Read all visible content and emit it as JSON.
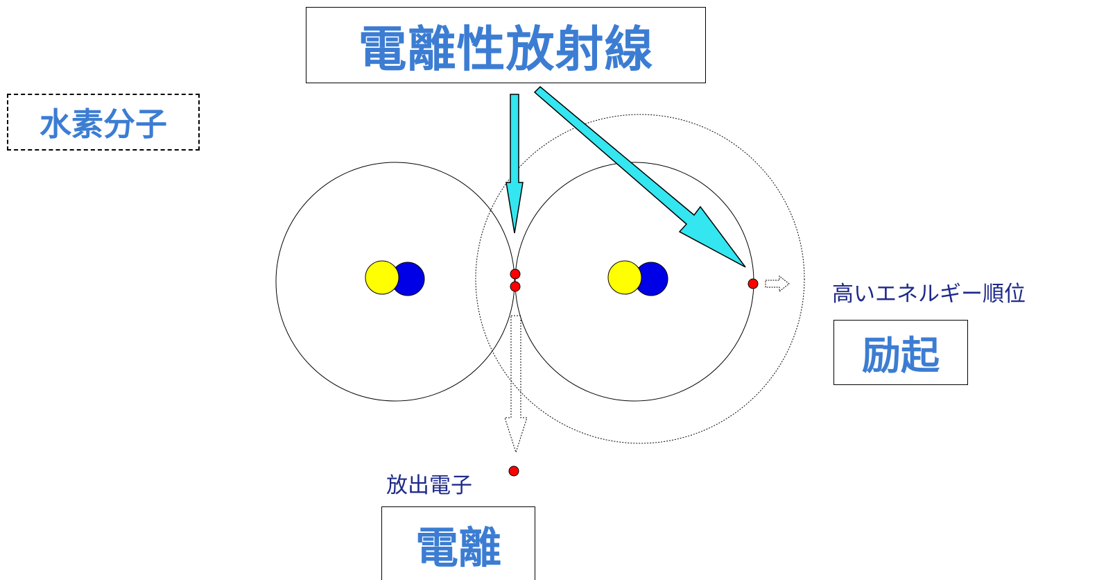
{
  "colors": {
    "heading_text": "#3C7DD3",
    "label_text": "#1F2A8A",
    "arrow_fill": "#33E6F0",
    "proton": "#FFFF00",
    "neutron": "#0000E6",
    "electron": "#FF0000",
    "outline": "#000000"
  },
  "title": "電離性放射線",
  "molecule_label": "水素分子",
  "emitted_electron_label": "放出電子",
  "high_energy_level_label": "高いエネルギー順位",
  "excitation_label": "励起",
  "ionization_label": "電離",
  "icons": {
    "radiation_arrow": "solid-cyan-arrow",
    "electron_path": "dotted-outline-arrow",
    "electron": "red-dot",
    "nucleus": "yellow-blue-circle-pair"
  }
}
